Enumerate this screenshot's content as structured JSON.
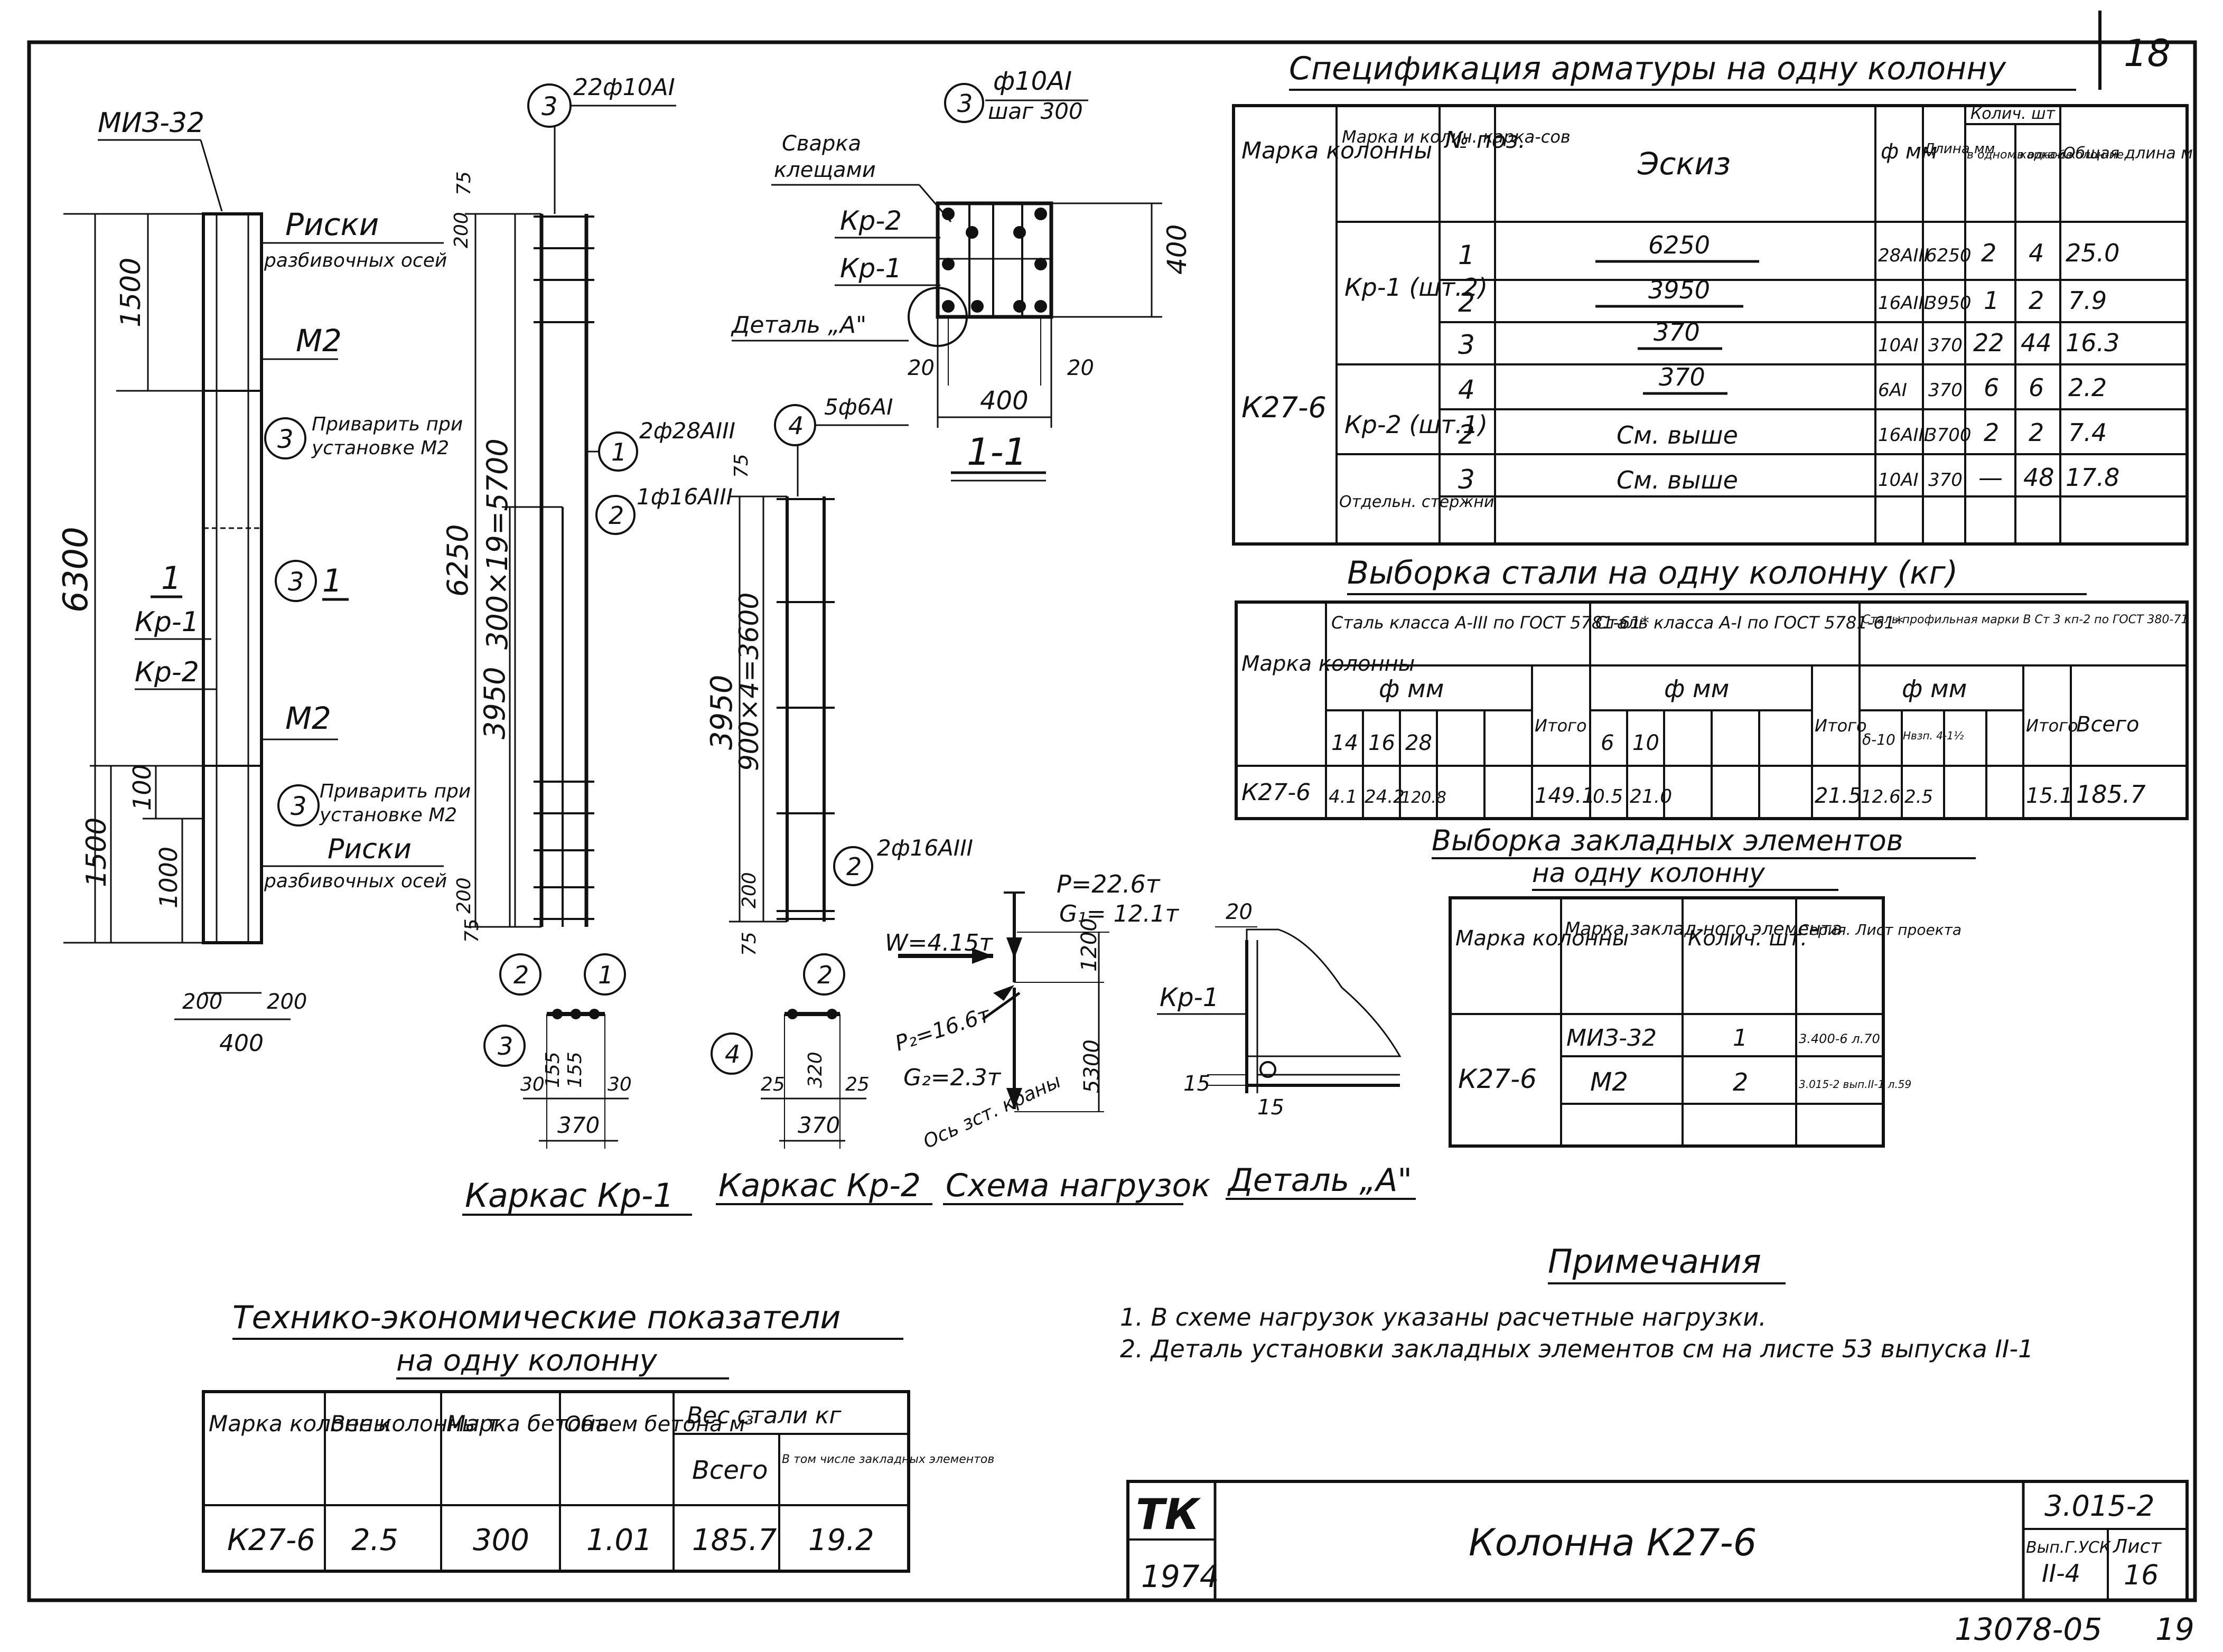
{
  "sheet_number_top": "18",
  "page_marks": {
    "bottom_code": "13078-05",
    "bottom_right": "19"
  },
  "drawing1": {
    "miz": "МИЗ-32",
    "riski": "Риски",
    "razb": "разбивочных осей",
    "m2": "М2",
    "privarit": "Приварить при",
    "pri_ust": "установке М2",
    "circle3": "3",
    "cut1": "1",
    "kr1": "Кр-1",
    "kr2": "Кр-2",
    "d6300": "6300",
    "d1500": "1500",
    "d100": "100",
    "d1000": "1000",
    "d200": "200",
    "d400": "400"
  },
  "kr1": {
    "title": "Каркас Кр-1",
    "c3": "3",
    "c3_label": "22ф10АI",
    "c1": "1",
    "c1_label": "2ф28АIII",
    "c2": "2",
    "c2_label": "1ф16АIII",
    "d6250": "6250",
    "d_pitch": "300×19=5700",
    "d3950": "3950",
    "d75": "75",
    "d200": "200",
    "sec_c1": "1",
    "sec_c2": "2",
    "sec_c3": "3",
    "sec_30a": "30",
    "sec_155a": "155",
    "sec_155b": "155",
    "sec_30b": "30",
    "sec_370": "370"
  },
  "kr2": {
    "title": "Каркас Кр-2",
    "c4": "4",
    "c4_label": "5ф6АI",
    "c2": "2",
    "c2_label": "2ф16АIII",
    "d3950": "3950",
    "d_pitch": "900×4=3600",
    "d75": "75",
    "d200": "200",
    "sec_c2": "2",
    "sec_c4": "4",
    "sec_25a": "25",
    "sec_320": "320",
    "sec_25b": "25",
    "sec_370": "370"
  },
  "section11": {
    "c3": "3",
    "bar": "ф10АI",
    "step": "шаг 300",
    "weld1": "Сварка",
    "weld2": "клещами",
    "kr2": "Кр-2",
    "kr1": "Кр-1",
    "detail": "Деталь „А\"",
    "d400v": "400",
    "d20a": "20",
    "d400h": "400",
    "d20b": "20",
    "title": "1-1"
  },
  "loads": {
    "title": "Схема нагрузок",
    "p": "Р=22.6т",
    "g1": "G₁= 12.1т",
    "w": "W=4.15т",
    "p2": "Р₂=16.6т",
    "g2": "G₂=2.3т",
    "axis": "Ось зст. краны",
    "d1200": "1200",
    "d5300": "5300"
  },
  "detail_a": {
    "title": "Деталь „А\"",
    "kr1": "Кр-1",
    "d20": "20",
    "d15a": "15",
    "d15b": "15"
  },
  "spec": {
    "title": "Спецификация арматуры на одну колонну",
    "headers": [
      "Марка колонны",
      "Марка и колич. карка-сов",
      "№ поз.",
      "Эскиз",
      "ф мм",
      "Длина мм",
      "Колич. шт",
      "Общая длина м"
    ],
    "subheaders": [
      "в одном карка-се",
      "в одной колон-не"
    ],
    "column_mark": "К27-6",
    "groups": [
      "Кр-1 (шт.2)",
      "Кр-2 (шт.1)",
      "Отдельн. стержни"
    ],
    "rows": [
      {
        "pos": "1",
        "sketch": "6250",
        "dia": "28АIII",
        "len": "6250",
        "q1": "2",
        "q2": "4",
        "total": "25.0"
      },
      {
        "pos": "2",
        "sketch": "3950",
        "dia": "16АIII",
        "len": "3950",
        "q1": "1",
        "q2": "2",
        "total": "7.9"
      },
      {
        "pos": "3",
        "sketch": "370",
        "dia": "10АI",
        "len": "370",
        "q1": "22",
        "q2": "44",
        "total": "16.3"
      },
      {
        "pos": "4",
        "sketch": "370",
        "dia": "6АI",
        "len": "370",
        "q1": "6",
        "q2": "6",
        "total": "2.2"
      },
      {
        "pos": "2",
        "sketch": "См. выше",
        "dia": "16АIII",
        "len": "3700",
        "q1": "2",
        "q2": "2",
        "total": "7.4"
      },
      {
        "pos": "3",
        "sketch": "См. выше",
        "dia": "10АI",
        "len": "370",
        "q1": "—",
        "q2": "48",
        "total": "17.8"
      }
    ]
  },
  "steel": {
    "title": "Выборка стали на одну колонну (кг)",
    "h_mark": "Марка колонны",
    "h_a3": "Сталь класса А-III по ГОСТ 5781-61*",
    "h_a1": "Сталь класса А-I по ГОСТ 5781-61*",
    "h_prof": "Сталь профильная марки В Ст 3 кп-2 по ГОСТ 380-71",
    "h_fmm": "ф мм",
    "h_itogo": "Итого",
    "h_vsego": "Всего",
    "a3_cols": [
      "14",
      "16",
      "28"
    ],
    "a1_cols": [
      "6",
      "10"
    ],
    "prof_cols": [
      "δ-10",
      "Нвзп. 4-1½"
    ],
    "mark": "К27-6",
    "a3_vals": [
      "4.1",
      "24.2",
      "120.8"
    ],
    "a3_total": "149.1",
    "a1_vals": [
      "0.5",
      "21.0"
    ],
    "a1_total": "21.5",
    "prof_vals": [
      "12.6",
      "2.5"
    ],
    "prof_total": "15.1",
    "grand_total": "185.7"
  },
  "emb": {
    "title1": "Выборка закладных элементов",
    "title2": "на одну колонну",
    "headers": [
      "Марка колонны",
      "Марка заклад-ного элемента",
      "Колич. шт.",
      "Серия. Лист проекта"
    ],
    "mark": "К27-6",
    "rows": [
      {
        "el": "МИЗ-32",
        "qty": "1",
        "ser": "3.400-6 л.70"
      },
      {
        "el": "М2",
        "qty": "2",
        "ser": "3.015-2 вып.II-1 л.59"
      }
    ]
  },
  "notes": {
    "title": "Примечания",
    "items": [
      "1. В схеме нагрузок указаны расчетные нагрузки.",
      "2. Деталь установки закладных элементов см на листе 53 выпуска II-1"
    ]
  },
  "tep": {
    "title1": "Технико-экономические показатели",
    "title2": "на одну колонну",
    "headers": [
      "Марка колонны",
      "Вес колонны т",
      "Марка бетона",
      "Объем бетона м³",
      "Вес стали кг",
      "Всего",
      "В том числе закладных элементов"
    ],
    "row": [
      "К27-6",
      "2.5",
      "300",
      "1.01",
      "185.7",
      "19.2"
    ]
  },
  "stamp": {
    "logo": "ТК",
    "year": "1974",
    "title": "Колонна К27-6",
    "series": "3.015-2",
    "vyp_label": "Вып.Г.УСК",
    "vyp": "II-4",
    "list_label": "Лист",
    "list": "16"
  }
}
